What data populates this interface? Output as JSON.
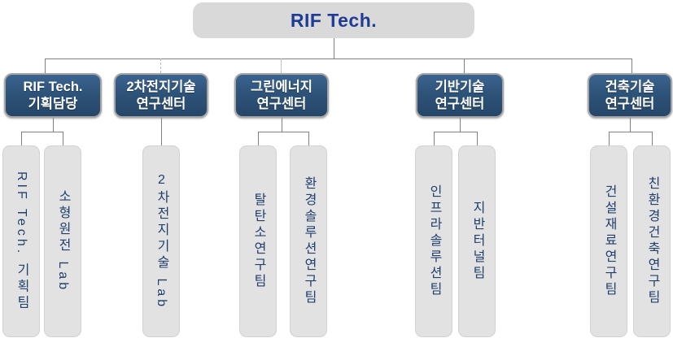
{
  "org": {
    "root": {
      "label": "RIF Tech."
    },
    "branches": [
      {
        "id": "planning",
        "label": "RIF Tech.\n기획담당",
        "teams": [
          {
            "label": "RIF Tech. 기획팀"
          },
          {
            "label": "소형원전 Lab"
          }
        ]
      },
      {
        "id": "secondary-battery",
        "label": "2차전지기술\n연구센터",
        "teams": [
          {
            "label": "2차전지기술 Lab"
          }
        ]
      },
      {
        "id": "green-energy",
        "label": "그린에너지\n연구센터",
        "teams": [
          {
            "label": "탈탄소연구팀"
          },
          {
            "label": "환경솔루션연구팀"
          }
        ]
      },
      {
        "id": "base-technology",
        "label": "기반기술\n연구센터",
        "teams": [
          {
            "label": "인프라솔루션팀"
          },
          {
            "label": "지반터널팀"
          }
        ]
      },
      {
        "id": "construction-technology",
        "label": "건축기술\n연구센터",
        "teams": [
          {
            "label": "건설재료연구팀"
          },
          {
            "label": "친환경건축연구팀"
          }
        ]
      }
    ]
  },
  "colors": {
    "dept_navy": "#2e5379",
    "root_box_gray": "#d9d9d9",
    "root_text_blue": "#1e3c96",
    "team_box_gray": "#e2e2e2",
    "team_text_navy": "#21406e",
    "connector_gray": "#7f7f7f"
  }
}
